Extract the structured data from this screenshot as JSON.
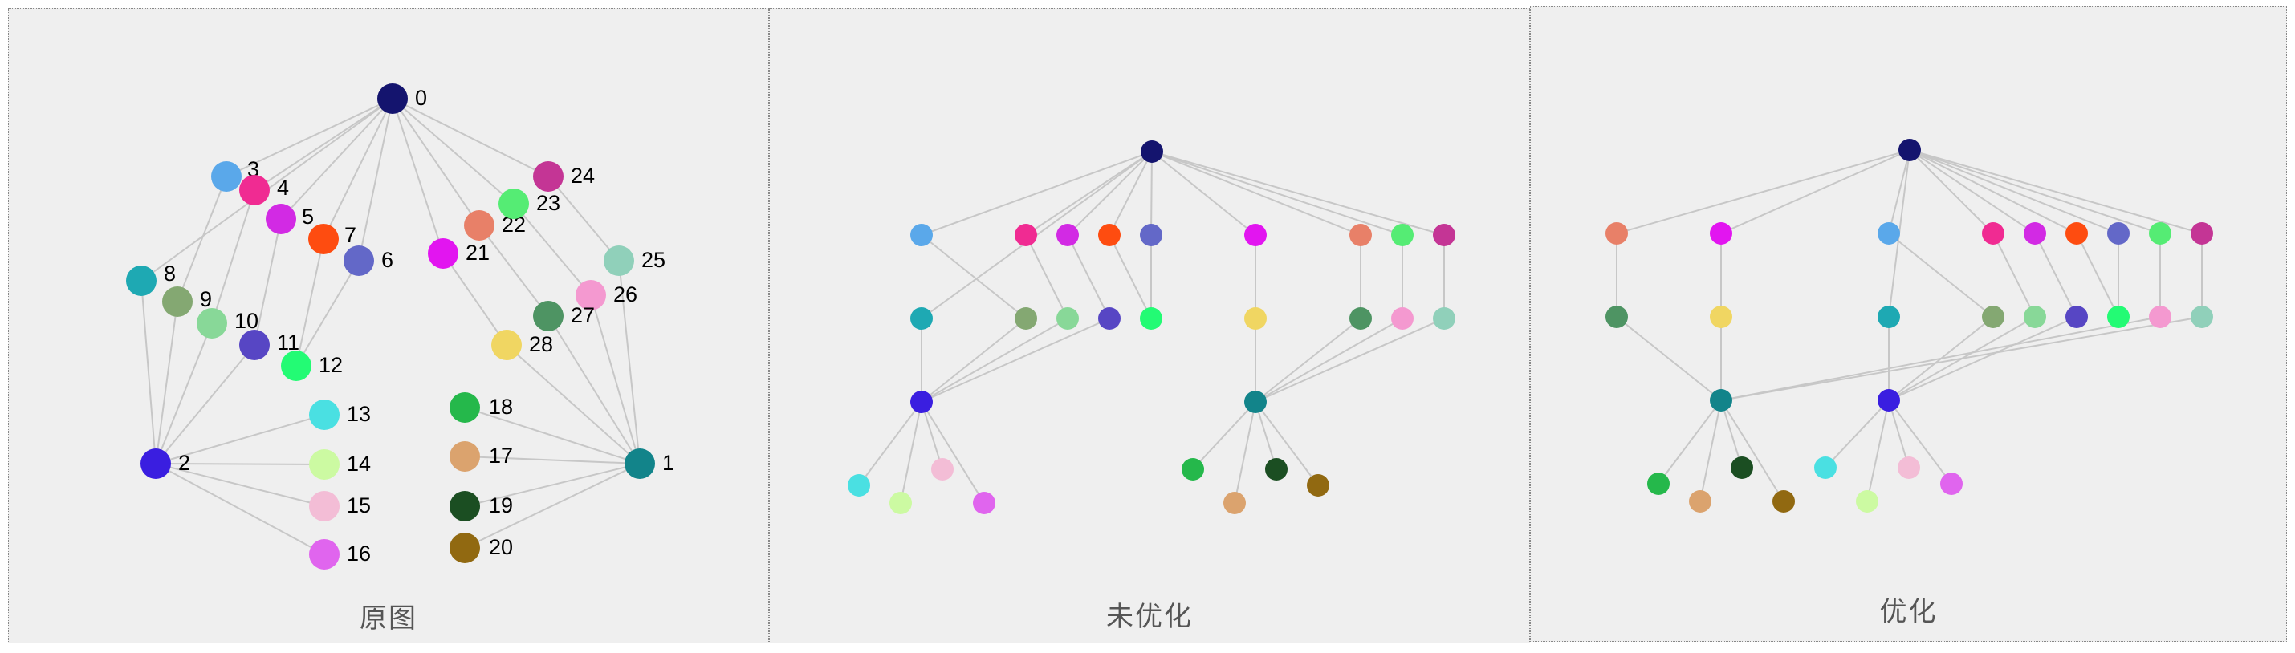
{
  "panels": [
    {
      "title": "原图"
    },
    {
      "title": "未优化"
    },
    {
      "title": "优化"
    }
  ],
  "node_labels": [
    "0",
    "1",
    "2",
    "3",
    "4",
    "5",
    "6",
    "7",
    "8",
    "9",
    "10",
    "11",
    "12",
    "13",
    "14",
    "15",
    "16",
    "17",
    "18",
    "19",
    "20",
    "21",
    "22",
    "23",
    "24",
    "25",
    "26",
    "27",
    "28"
  ],
  "node_colors": [
    "#14146e",
    "#12848a",
    "#3a1ee0",
    "#5aa8ea",
    "#f02b92",
    "#d22ae4",
    "#6368c8",
    "#fe4c10",
    "#1ea9b3",
    "#84a872",
    "#88d898",
    "#5746c4",
    "#23fb74",
    "#4ae0e2",
    "#ccfaa2",
    "#f3bdd6",
    "#e065ee",
    "#dba36e",
    "#25b84b",
    "#1b4e22",
    "#916911",
    "#e215f0",
    "#e88068",
    "#55ec74",
    "#c43595",
    "#90d0ba",
    "#f499d0",
    "#4e9463",
    "#f0d662"
  ],
  "edges": [
    [
      0,
      3
    ],
    [
      0,
      4
    ],
    [
      0,
      5
    ],
    [
      0,
      6
    ],
    [
      0,
      7
    ],
    [
      0,
      8
    ],
    [
      0,
      21
    ],
    [
      0,
      22
    ],
    [
      0,
      23
    ],
    [
      0,
      24
    ],
    [
      3,
      9
    ],
    [
      4,
      10
    ],
    [
      5,
      11
    ],
    [
      7,
      12
    ],
    [
      6,
      12
    ],
    [
      8,
      2
    ],
    [
      9,
      2
    ],
    [
      10,
      2
    ],
    [
      11,
      2
    ],
    [
      2,
      13
    ],
    [
      2,
      14
    ],
    [
      2,
      15
    ],
    [
      2,
      16
    ],
    [
      24,
      25
    ],
    [
      25,
      1
    ],
    [
      26,
      1
    ],
    [
      27,
      1
    ],
    [
      28,
      1
    ],
    [
      22,
      27
    ],
    [
      23,
      26
    ],
    [
      21,
      28
    ],
    [
      1,
      17
    ],
    [
      1,
      18
    ],
    [
      1,
      19
    ],
    [
      1,
      20
    ]
  ]
}
